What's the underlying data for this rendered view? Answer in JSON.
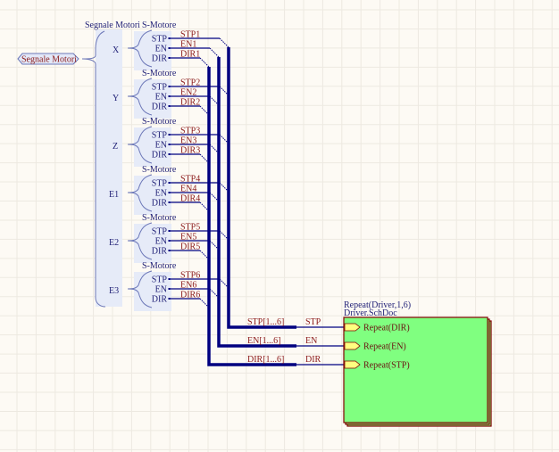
{
  "schematic": {
    "harness_connector": {
      "label": "Segnale Motori"
    },
    "harness_type_label": "Segnale Motori",
    "motor_entries": [
      {
        "name": "X",
        "type": "S-Motore",
        "signals": [
          "STP",
          "EN",
          "DIR"
        ],
        "nets": [
          "STP1",
          "EN1",
          "DIR1"
        ]
      },
      {
        "name": "Y",
        "type": "S-Motore",
        "signals": [
          "STP",
          "EN",
          "DIR"
        ],
        "nets": [
          "STP2",
          "EN2",
          "DIR2"
        ]
      },
      {
        "name": "Z",
        "type": "S-Motore",
        "signals": [
          "STP",
          "EN",
          "DIR"
        ],
        "nets": [
          "STP3",
          "EN3",
          "DIR3"
        ]
      },
      {
        "name": "E1",
        "type": "S-Motore",
        "signals": [
          "STP",
          "EN",
          "DIR"
        ],
        "nets": [
          "STP4",
          "EN4",
          "DIR4"
        ]
      },
      {
        "name": "E2",
        "type": "S-Motore",
        "signals": [
          "STP",
          "EN",
          "DIR"
        ],
        "nets": [
          "STP5",
          "EN5",
          "DIR5"
        ]
      },
      {
        "name": "E3",
        "type": "S-Motore",
        "signals": [
          "STP",
          "EN",
          "DIR"
        ],
        "nets": [
          "STP6",
          "EN6",
          "DIR6"
        ]
      }
    ],
    "buses": [
      {
        "bus_label": "STP[1...6]",
        "net_label": "STP"
      },
      {
        "bus_label": "EN[1...6]",
        "net_label": "EN"
      },
      {
        "bus_label": "DIR[1...6]",
        "net_label": "DIR"
      }
    ],
    "sheet_symbol": {
      "designator": "Repeat(Driver,1,6)",
      "filename": "Driver.SchDoc",
      "fill_color": "#80ff80",
      "border_color": "#800000",
      "entries": [
        "Repeat(DIR)",
        "Repeat(EN)",
        "Repeat(STP)"
      ]
    },
    "colors": {
      "background": "#fdfaf4",
      "grid": "#ede9e1",
      "wire": "#000080",
      "harness_fill": "#e6ebf8",
      "harness_line": "#6d78b8",
      "net_label": "#8b1a1a",
      "port_fill": "#ffff80"
    }
  }
}
